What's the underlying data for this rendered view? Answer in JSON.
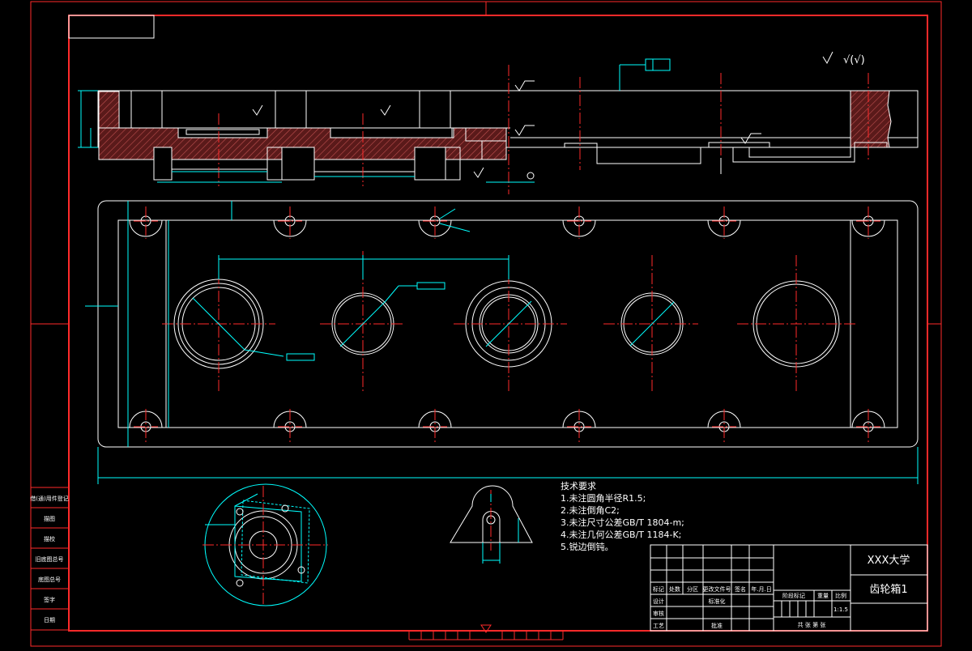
{
  "tech_requirements": {
    "heading": "技术要求",
    "items": [
      "1.未注圆角半径R1.5;",
      "2.未注倒角C2;",
      "3.未注尺寸公差GB/T 1804-m;",
      "4.未注几何公差GB/T 1184-K;",
      "5.锐边倒钝。"
    ]
  },
  "title_block": {
    "school": "XXX大学",
    "drawing_name": "齿轮箱1",
    "scale_label": "比例",
    "scale_value": "1:1.5",
    "weight_label": "重量",
    "stage_label": "阶段标记",
    "sheet_info": "共 张 第 张",
    "rev_headers": [
      "标记",
      "处数",
      "分区",
      "更改文件号",
      "签名",
      "年.月.日"
    ],
    "role_labels": [
      "设计",
      "审核",
      "工艺"
    ],
    "std_label": "标准化",
    "approve_label": "批准"
  },
  "side_stamp": {
    "labels": [
      "借(通)用件登记",
      "描图",
      "描校",
      "旧底图总号",
      "底图总号",
      "签字",
      "日期"
    ]
  },
  "surface_finish": {
    "general_symbol": "√(√)"
  }
}
